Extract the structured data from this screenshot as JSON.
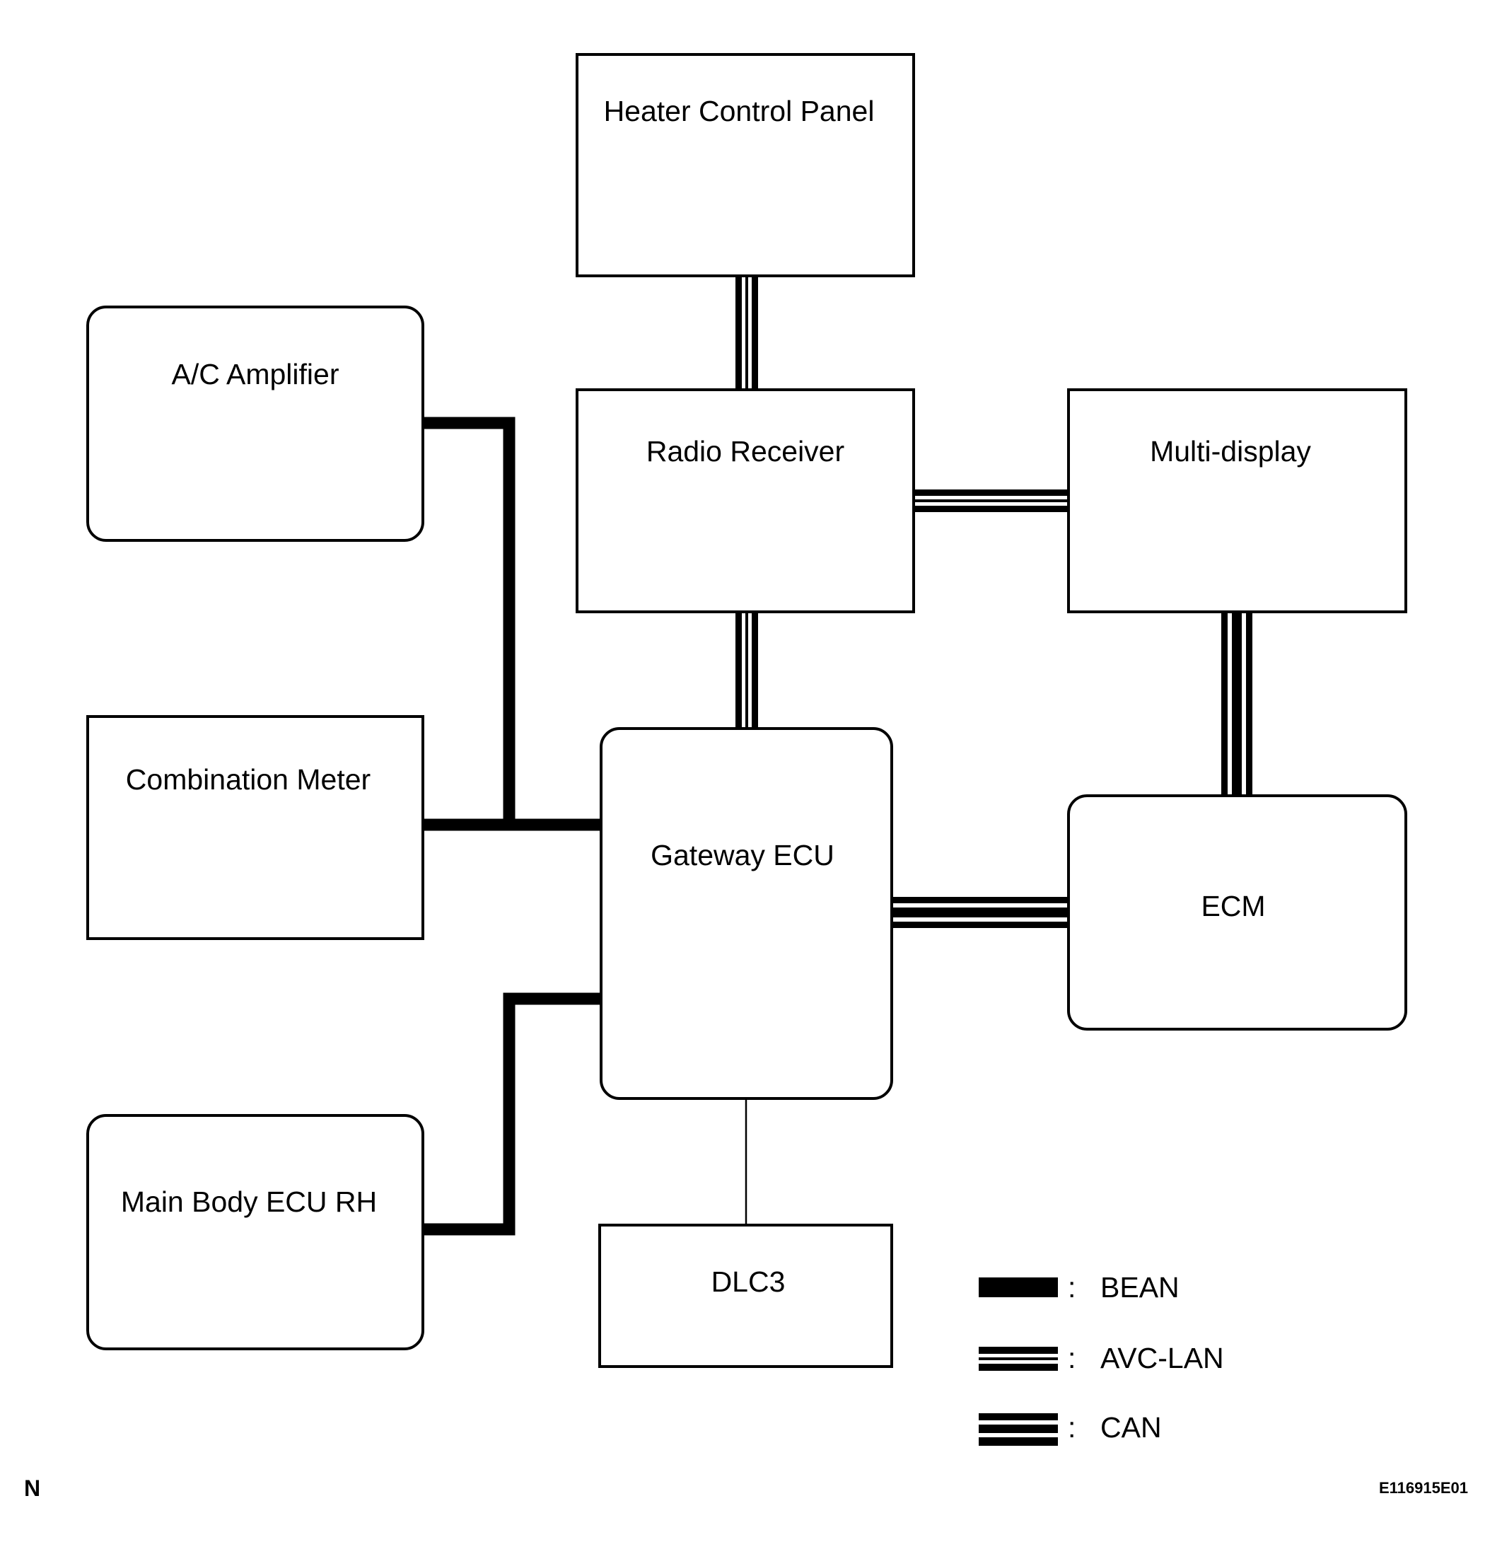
{
  "nodes": {
    "heater_control_panel": "Heater Control Panel",
    "ac_amplifier": "A/C Amplifier",
    "radio_receiver": "Radio Receiver",
    "multi_display": "Multi-display",
    "combination_meter": "Combination Meter",
    "gateway_ecu": "Gateway ECU",
    "ecm": "ECM",
    "main_body_ecu_rh": "Main Body ECU RH",
    "dlc3": "DLC3"
  },
  "connections": [
    {
      "from": "Heater Control Panel",
      "to": "Radio Receiver",
      "bus": "AVC-LAN"
    },
    {
      "from": "Radio Receiver",
      "to": "Multi-display",
      "bus": "AVC-LAN"
    },
    {
      "from": "Radio Receiver",
      "to": "Gateway ECU",
      "bus": "AVC-LAN"
    },
    {
      "from": "Multi-display",
      "to": "ECM",
      "bus": "CAN"
    },
    {
      "from": "Gateway ECU",
      "to": "ECM",
      "bus": "CAN"
    },
    {
      "from": "A/C Amplifier",
      "to": "Gateway ECU",
      "bus": "BEAN"
    },
    {
      "from": "Combination Meter",
      "to": "Gateway ECU",
      "bus": "BEAN"
    },
    {
      "from": "Main Body ECU RH",
      "to": "Gateway ECU",
      "bus": "BEAN"
    },
    {
      "from": "Gateway ECU",
      "to": "DLC3",
      "bus": ""
    }
  ],
  "legend": {
    "separator": ":",
    "items": [
      {
        "style": "bean",
        "label": "BEAN"
      },
      {
        "style": "avc-lan",
        "label": "AVC-LAN"
      },
      {
        "style": "can",
        "label": "CAN"
      }
    ]
  },
  "footer": {
    "left_code": "N",
    "right_code": "E116915E01"
  }
}
